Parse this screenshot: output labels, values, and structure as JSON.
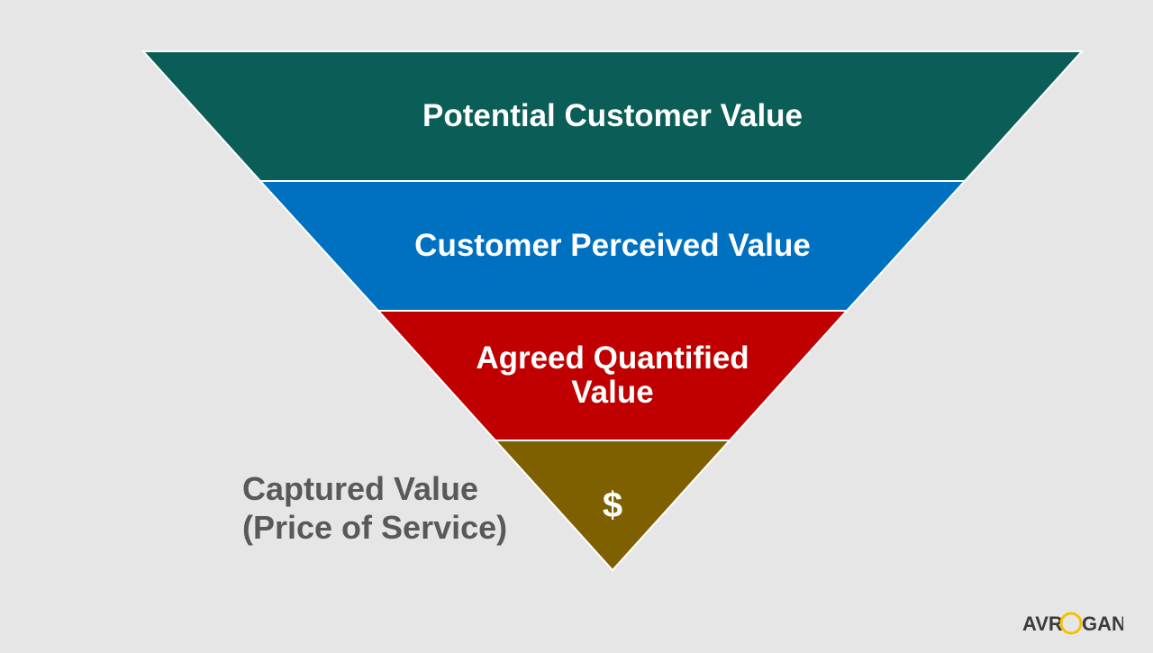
{
  "funnel": {
    "levels": [
      {
        "label": "Potential Customer Value",
        "color": "#0b5e58"
      },
      {
        "label": "Customer Perceived Value",
        "color": "#0070c0"
      },
      {
        "label_lines": [
          "Agreed Quantified",
          "Value"
        ],
        "color": "#c00000"
      },
      {
        "label": "$",
        "color": "#7f6000"
      }
    ],
    "border_color": "#ffffff"
  },
  "captured_value": {
    "line1": "Captured Value",
    "line2": "(Price of Service)"
  },
  "logo": {
    "left_text": "AVR",
    "right_text": "GAN",
    "ring_color": "#f2c300"
  }
}
